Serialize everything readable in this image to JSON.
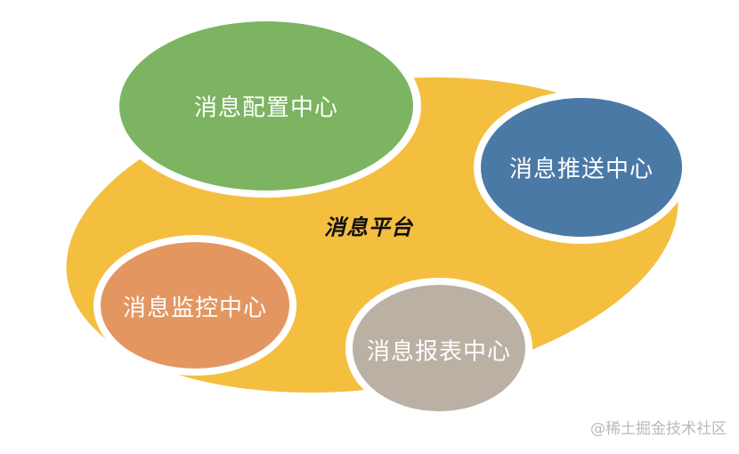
{
  "platform": {
    "label": "消息平台",
    "color": "#F4BE3F"
  },
  "centers": {
    "config": {
      "label": "消息配置中心",
      "color": "#7CB461"
    },
    "push": {
      "label": "消息推送中心",
      "color": "#4A79A6"
    },
    "monitor": {
      "label": "消息监控中心",
      "color": "#E39660"
    },
    "report": {
      "label": "消息报表中心",
      "color": "#BAB0A4"
    }
  },
  "ring_color": "#FFFFFF",
  "watermark": "@稀土掘金技术社区"
}
